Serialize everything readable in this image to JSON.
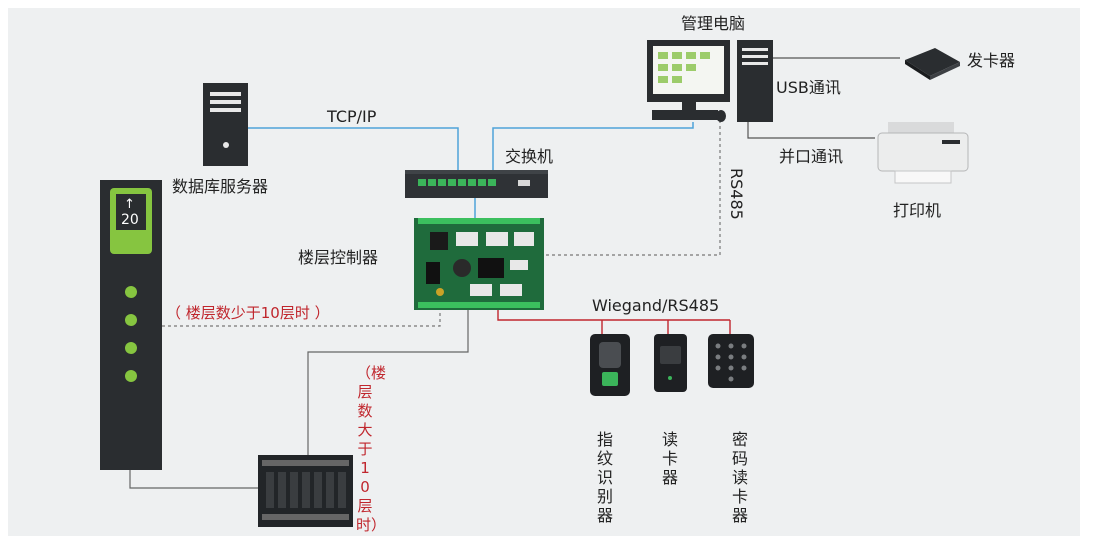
{
  "labels": {
    "admin_pc": "管理电脑",
    "card_issuer": "发卡器",
    "usb_comm": "USB通讯",
    "parallel_comm": "并口通讯",
    "printer": "打印机",
    "rs485": "RS485",
    "tcpip": "TCP/IP",
    "switch": "交换机",
    "db_server": "数据库服务器",
    "floor_controller": "楼层控制器",
    "wiegand": "Wiegand/RS485",
    "floors_less": "（ 楼层数少于10层时 ）",
    "floors_more": "（楼层数大于10层时）",
    "fingerprint": "指纹识别器",
    "card_reader": "读卡器",
    "keypad_reader": "密码读卡器",
    "floor_display": "20",
    "floor_arrow": "↑"
  },
  "colors": {
    "network_line": "#4fa3d9",
    "wiegand_line": "#c0262d",
    "device_dark": "#2a2d30",
    "elevator_green": "#86c540",
    "floor_text_red": "#c0262d"
  },
  "icons": {
    "server": "server-tower-icon",
    "pc": "desktop-pc-icon",
    "switch": "network-switch-icon",
    "board": "controller-board-icon",
    "printer": "printer-icon",
    "issuer": "card-issuer-icon",
    "extension": "expansion-board-icon",
    "fingerprint": "fingerprint-reader-icon",
    "card": "card-reader-icon",
    "keypad": "keypad-reader-icon",
    "elevator": "elevator-panel-icon"
  }
}
